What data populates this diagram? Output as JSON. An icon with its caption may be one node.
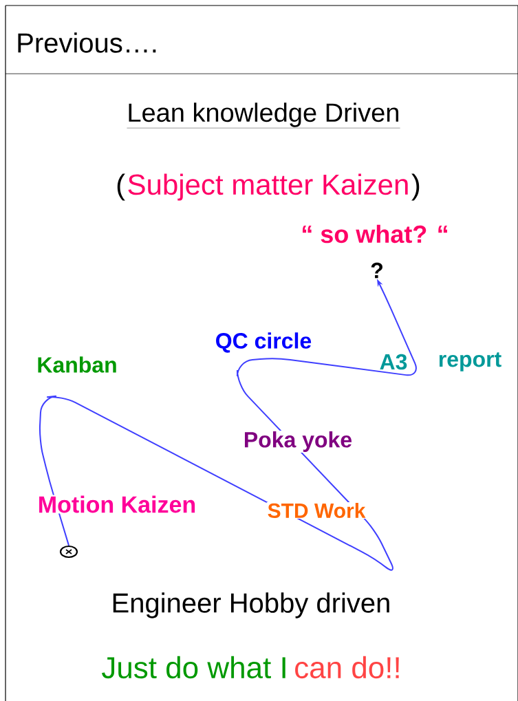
{
  "diagram": {
    "title": "Lean knowledge Driven",
    "nodes": [
      {
        "text": [],
        "shape": "circle"
      },
      {
        "text": [
          "?"
        ]
      }
    ],
    "edges": [
      {
        "from": 0,
        "to": 1,
        "arrow": "to"
      }
    ],
    "labels": [
      "Previous….",
      "(",
      "Subject matter Kaizen",
      ")",
      "“ so what? “",
      "QC circle",
      "Kanban",
      "A3",
      "report",
      "Poka yoke",
      "Motion Kaizen",
      "STD Work",
      "Engineer Hobby driven",
      "Just do what I",
      "can do!!"
    ]
  }
}
